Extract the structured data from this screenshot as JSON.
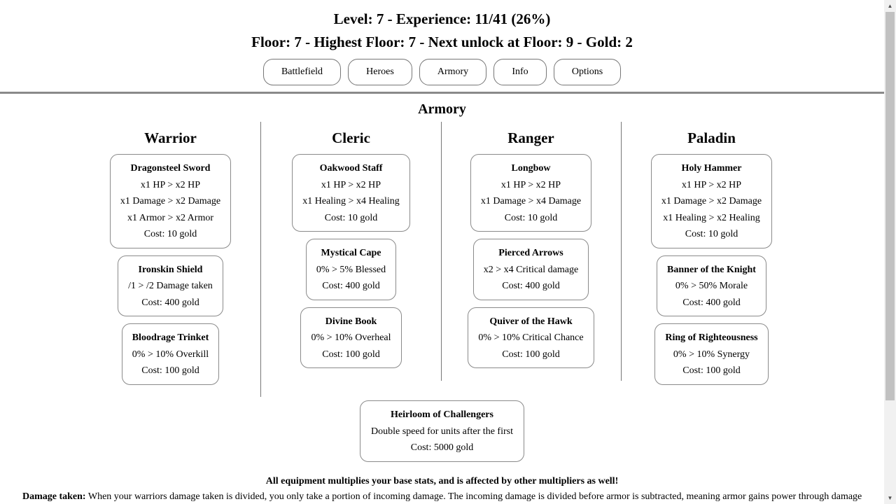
{
  "header": {
    "level_line": "Level: 7 - Experience: 11/41 (26%)",
    "floor_line": "Floor: 7 - Highest Floor: 7 - Next unlock at Floor: 9 - Gold: 2"
  },
  "nav": {
    "battlefield": "Battlefield",
    "heroes": "Heroes",
    "armory": "Armory",
    "info": "Info",
    "options": "Options"
  },
  "armory": {
    "title": "Armory",
    "columns": [
      {
        "name": "Warrior",
        "items": [
          {
            "name": "Dragonsteel Sword",
            "lines": [
              "x1 HP > x2 HP",
              "x1 Damage > x2 Damage",
              "x1 Armor > x2 Armor"
            ],
            "cost": "Cost: 10 gold"
          },
          {
            "name": "Ironskin Shield",
            "lines": [
              "/1 > /2 Damage taken"
            ],
            "cost": "Cost: 400 gold"
          },
          {
            "name": "Bloodrage Trinket",
            "lines": [
              "0% > 10% Overkill"
            ],
            "cost": "Cost: 100 gold"
          }
        ]
      },
      {
        "name": "Cleric",
        "items": [
          {
            "name": "Oakwood Staff",
            "lines": [
              "x1 HP > x2 HP",
              "x1 Healing > x4 Healing"
            ],
            "cost": "Cost: 10 gold"
          },
          {
            "name": "Mystical Cape",
            "lines": [
              "0% > 5% Blessed"
            ],
            "cost": "Cost: 400 gold"
          },
          {
            "name": "Divine Book",
            "lines": [
              "0% > 10% Overheal"
            ],
            "cost": "Cost: 100 gold"
          }
        ]
      },
      {
        "name": "Ranger",
        "items": [
          {
            "name": "Longbow",
            "lines": [
              "x1 HP > x2 HP",
              "x1 Damage > x4 Damage"
            ],
            "cost": "Cost: 10 gold"
          },
          {
            "name": "Pierced Arrows",
            "lines": [
              "x2 > x4 Critical damage"
            ],
            "cost": "Cost: 400 gold"
          },
          {
            "name": "Quiver of the Hawk",
            "lines": [
              "0% > 10% Critical Chance"
            ],
            "cost": "Cost: 100 gold"
          }
        ]
      },
      {
        "name": "Paladin",
        "items": [
          {
            "name": "Holy Hammer",
            "lines": [
              "x1 HP > x2 HP",
              "x1 Damage > x2 Damage",
              "x1 Healing > x2 Healing"
            ],
            "cost": "Cost: 10 gold"
          },
          {
            "name": "Banner of the Knight",
            "lines": [
              "0% > 50% Morale"
            ],
            "cost": "Cost: 400 gold"
          },
          {
            "name": "Ring of Righteousness",
            "lines": [
              "0% > 10% Synergy"
            ],
            "cost": "Cost: 100 gold"
          }
        ]
      }
    ],
    "special": {
      "name": "Heirloom of Challengers",
      "line": "Double speed for units after the first",
      "cost": "Cost: 5000 gold"
    },
    "note": "All equipment multiplies your base stats, and is affected by other multipliers as well!",
    "damage_taken": {
      "label": "Damage taken:",
      "text": " When your warriors damage taken is divided, you only take a portion of incoming damage. The incoming damage is divided before armor is subtracted, meaning armor gains power through damage"
    }
  }
}
